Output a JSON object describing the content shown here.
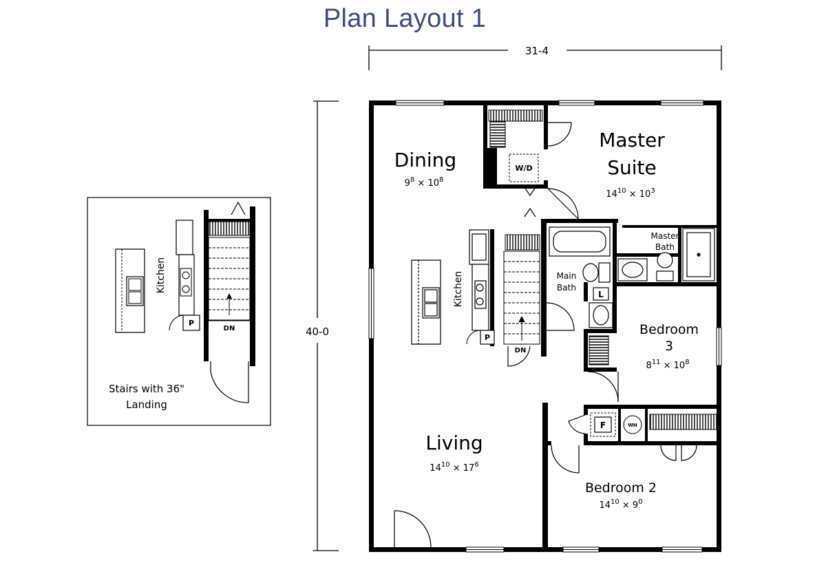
{
  "title": "Plan Layout 1",
  "dimensions": {
    "width": "31-4",
    "depth": "40-0"
  },
  "rooms": {
    "dining": {
      "name": "Dining",
      "w": "9",
      "w_in": "8",
      "d": "10",
      "d_in": "8"
    },
    "master_suite": {
      "name1": "Master",
      "name2": "Suite",
      "w": "14",
      "w_in": "10",
      "d": "10",
      "d_in": "3"
    },
    "master_bath": {
      "name1": "Master",
      "name2": "Bath"
    },
    "main_bath": {
      "name1": "Main",
      "name2": "Bath"
    },
    "kitchen": {
      "name": "Kitchen"
    },
    "bedroom3": {
      "name1": "Bedroom",
      "name2": "3",
      "w": "8",
      "w_in": "11",
      "d": "10",
      "d_in": "8"
    },
    "bedroom2": {
      "name": "Bedroom 2",
      "w": "14",
      "w_in": "10",
      "d": "9",
      "d_in": "0"
    },
    "living": {
      "name": "Living",
      "w": "14",
      "w_in": "10",
      "d": "17",
      "d_in": "6"
    }
  },
  "fixtures": {
    "washer_dryer": "W/D",
    "linen": "L",
    "furnace": "F",
    "water_heater": "WH",
    "pantry": "P",
    "down": "DN"
  },
  "inset": {
    "kitchen": "Kitchen",
    "pantry": "P",
    "down": "DN",
    "caption_line1": "Stairs with 36\"",
    "caption_line2": "Landing"
  },
  "times_sign": "×"
}
